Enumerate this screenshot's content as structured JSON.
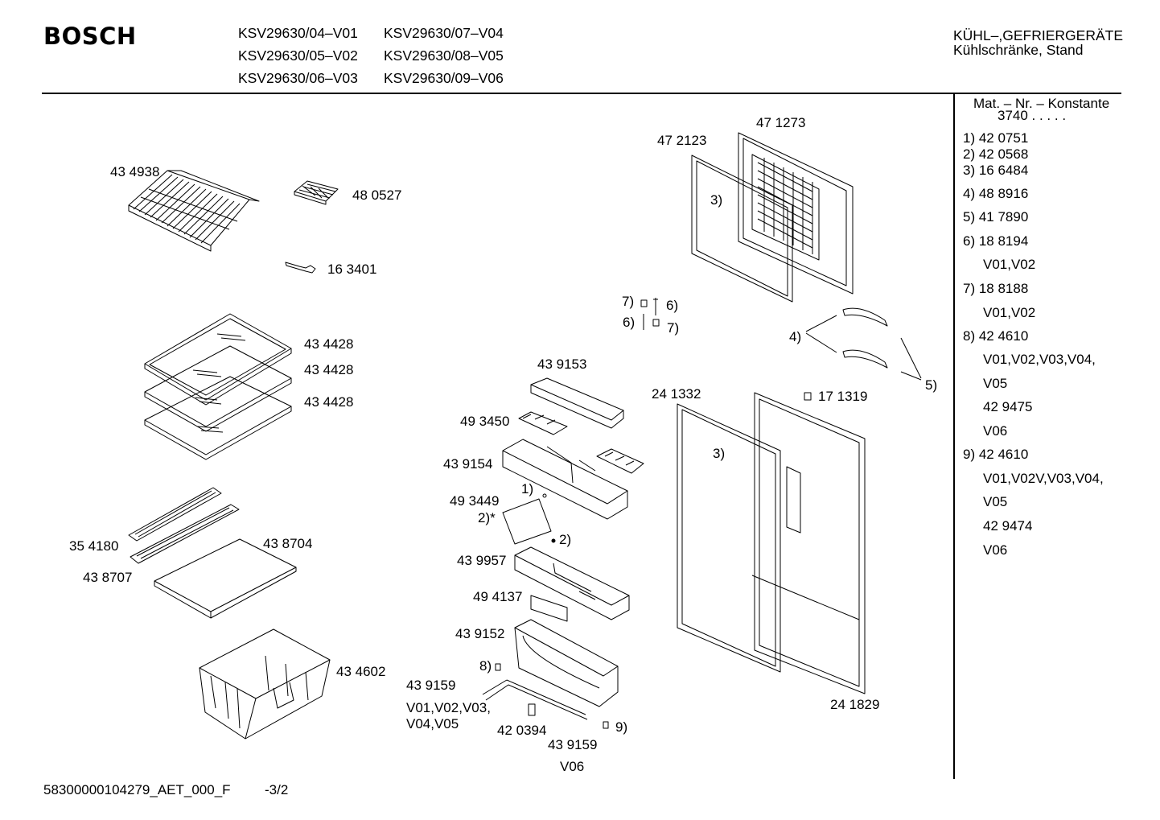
{
  "header": {
    "brand": "BOSCH",
    "models": [
      "KSV29630/04–V01",
      "KSV29630/07–V04",
      "KSV29630/05–V02",
      "KSV29630/08–V05",
      "KSV29630/06–V03",
      "KSV29630/09–V06"
    ],
    "category": "KÜHL–,GEFRIERGERÄTE",
    "subcategory": "Kühlschränke, Stand"
  },
  "parts": {
    "p434938": "43 4938",
    "p480527": "48 0527",
    "p163401": "16 3401",
    "p434428a": "43 4428",
    "p434428b": "43 4428",
    "p434428c": "43 4428",
    "p354180": "35 4180",
    "p438704": "43 8704",
    "p438707": "43 8707",
    "p434602": "43 4602",
    "p472123": "47 2123",
    "p471273": "47 1273",
    "p439153": "43 9153",
    "p493450": "49 3450",
    "p439154": "43 9154",
    "p493449": "49 3449",
    "p439957": "43 9957",
    "p494137": "49 4137",
    "p439152": "43 9152",
    "p439159a": "43 9159",
    "p439159b": "43 9159",
    "p420394": "42 0394",
    "p241332": "24 1332",
    "p171319": "17 1319",
    "p241829": "24 1829",
    "v_list_a1": "V01,V02,V03,",
    "v_list_a2": "V04,V05",
    "v06": "V06"
  },
  "callouts": {
    "c1": "1)",
    "c2a": "2)*",
    "c2b": "2)",
    "c3a": "3)",
    "c3b": "3)",
    "c4": "4)",
    "c5": "5)",
    "c6a": "6)",
    "c6b": "6)",
    "c7a": "7)",
    "c7b": "7)",
    "c8": "8)",
    "c9": "9)"
  },
  "sidebar": {
    "title": "Mat. – Nr. – Konstante",
    "constant": "3740  .  .  .  .  .",
    "entries": [
      "1)  42 0751",
      "2)  42 0568",
      "3)  16 6484",
      "4)  48 8916",
      "5)  41 7890",
      "6)  18 8194",
      "V01,V02",
      "7)  18 8188",
      "V01,V02",
      "8)  42 4610",
      "V01,V02,V03,V04,",
      "V05",
      "42 9475",
      "V06",
      "9)  42 4610",
      "V01,V02V,V03,V04,",
      "V05",
      "42 9474",
      "V06"
    ]
  },
  "footer": {
    "doc_id": "58300000104279_AET_000_F",
    "page": "-3/2"
  }
}
